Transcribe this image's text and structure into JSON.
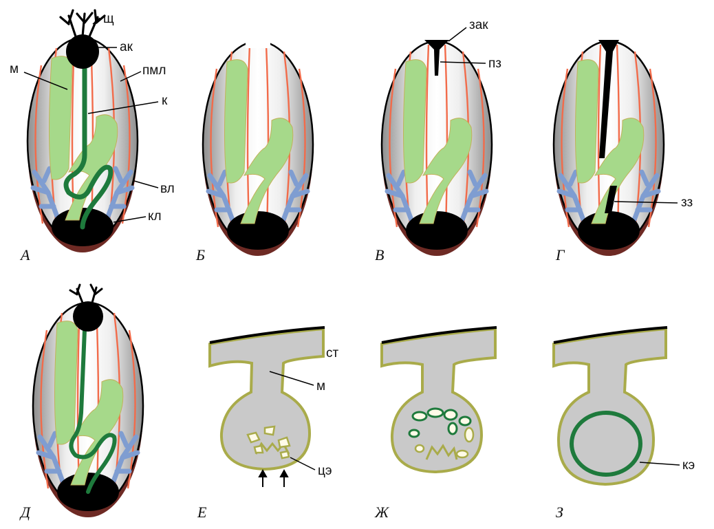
{
  "labels": {
    "shch": "щ",
    "ak": "ак",
    "m": "м",
    "pml": "пмл",
    "k": "к",
    "vl": "вл",
    "kl": "кл",
    "zak": "зак",
    "pz": "пз",
    "zz": "зз",
    "st": "ст",
    "m2": "м",
    "tse": "цэ",
    "ke": "кэ"
  },
  "panels": [
    "А",
    "Б",
    "В",
    "Г",
    "Д",
    "Е",
    "Ж",
    "З"
  ],
  "colors": {
    "lamina_red": "#f26b4a",
    "mantle_green": "#a6d98a",
    "bristle_green": "#1e7a3c",
    "vessel_blue": "#7f9dd1",
    "base_brown": "#6e2a24",
    "body_gray": "#c9c9c9",
    "membrane_olive": "#a9ab4a",
    "dark": "#000000"
  }
}
